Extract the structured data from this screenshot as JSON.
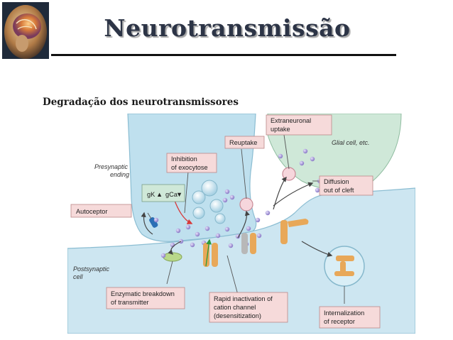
{
  "slide": {
    "title": "Neurotransmissão",
    "subtitle": "Degradação dos neurotransmissores"
  },
  "diagram": {
    "presynaptic": [
      "Presynaptic",
      "ending"
    ],
    "postsynaptic": [
      "Postsynaptic",
      "cell"
    ],
    "glial": "Glial cell, etc.",
    "gk": "gK",
    "gca": "gCa",
    "labels": {
      "extraneuronal": [
        "Extraneuronal",
        "uptake"
      ],
      "reuptake": "Reuptake",
      "inhibition": [
        "Inhibition",
        "of exocytose"
      ],
      "diffusion": [
        "Diffusion",
        "out of cleft"
      ],
      "autoceptor": "Autoceptor",
      "enzymatic": [
        "Enzymatic breakdown",
        "of transmitter"
      ],
      "rapid": [
        "Rapid inactivation of",
        "cation channel",
        "(desensitization)"
      ],
      "internalization": [
        "Internalization",
        "of receptor"
      ]
    },
    "colors": {
      "membrane": "#bfe0ee",
      "glial": "#cfe8d8",
      "label_box": "#f6dada",
      "transmitter": "#a292d2",
      "receptor": "#e8a859",
      "channel": "#b8b8b8"
    }
  }
}
